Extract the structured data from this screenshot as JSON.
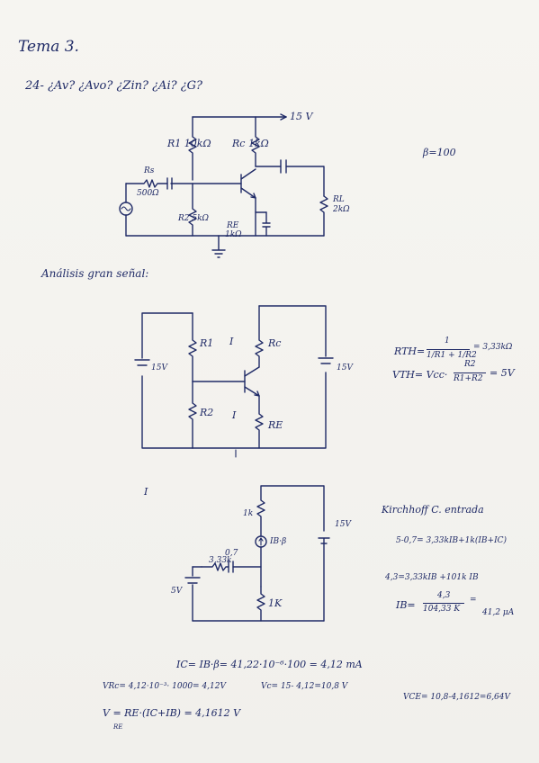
{
  "header": {
    "title": "Tema 3.",
    "question": "24- ¿Av? ¿Avo? ¿Zin? ¿Ai? ¿G?"
  },
  "circuit1": {
    "vcc": "15 V",
    "r1": "R1 10kΩ",
    "rc": "Rc 1kΩ",
    "rs": "Rs",
    "rs_value": "500Ω",
    "r2": "R2 5kΩ",
    "re": "RE",
    "re_value": "1kΩ",
    "rl": "RL",
    "rl_value": "2kΩ",
    "beta": "β=100"
  },
  "section_dc": "Análisis gran señal:",
  "circuit2": {
    "v_left": "15V",
    "v_right": "15V",
    "r1": "R1",
    "r2": "R2",
    "rc": "Rc",
    "re": "RE",
    "mark1": "I",
    "mark2": "I"
  },
  "thevenin": {
    "rth_label": "RTH=",
    "rth_num": "1",
    "rth_den": "1/R1 + 1/R2",
    "rth_result": "= 3,33kΩ",
    "vth_label": "VTH= Vcc·",
    "vth_num": "R2",
    "vth_den": "R1+R2",
    "vth_result": "= 5V"
  },
  "circuit3": {
    "r_top": "1k",
    "vcc": "15V",
    "rth": "3,33k",
    "vbe": "0,7",
    "source": "IB·β",
    "vth": "5V",
    "re": "1K",
    "mark": "I"
  },
  "kirchhoff": {
    "title": "Kirchhoff C. entrada",
    "eq1": "5-0,7=  3,33kIB+1k(IB+IC)",
    "eq2": "4,3=3,33kIB +101k IB",
    "ib_label": "IB=",
    "ib_num": "4,3",
    "ib_den": "104,33 K",
    "ib_eq": "=",
    "ib_result": "41,2 μA"
  },
  "results": {
    "ic": "IC= IB·β= 41,22·10⁻⁶·100 = 4,12 mA",
    "vrc": "VRc= 4,12·10⁻³· 1000= 4,12V",
    "vc": "Vc= 15- 4,12=10,8 V",
    "ve": "V = RE·(IC+IB) = 4,1612 V",
    "ve_sub": "RE",
    "vce": "VCE= 10,8-4,1612=6,64V"
  }
}
